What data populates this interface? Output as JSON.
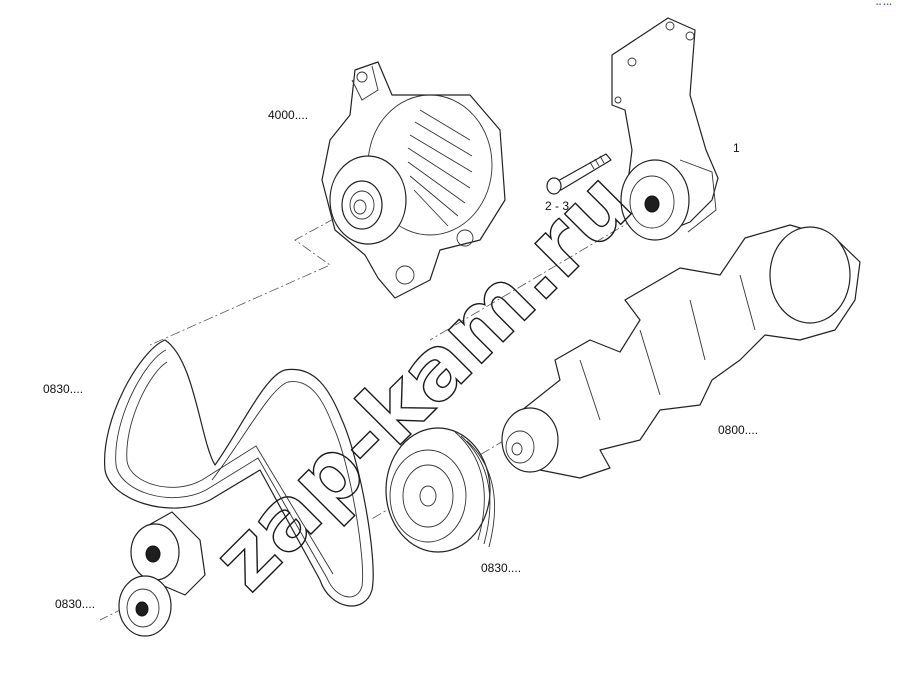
{
  "labels": {
    "alternator": "4000....",
    "tensioner": "1",
    "bolt": "2 - 3",
    "belt": "0830....",
    "crankshaft": "0800....",
    "crank_pulley": "0830....",
    "idler": "0830...."
  },
  "watermark": "zap-kam.ru",
  "corner_mark": "•• •••"
}
